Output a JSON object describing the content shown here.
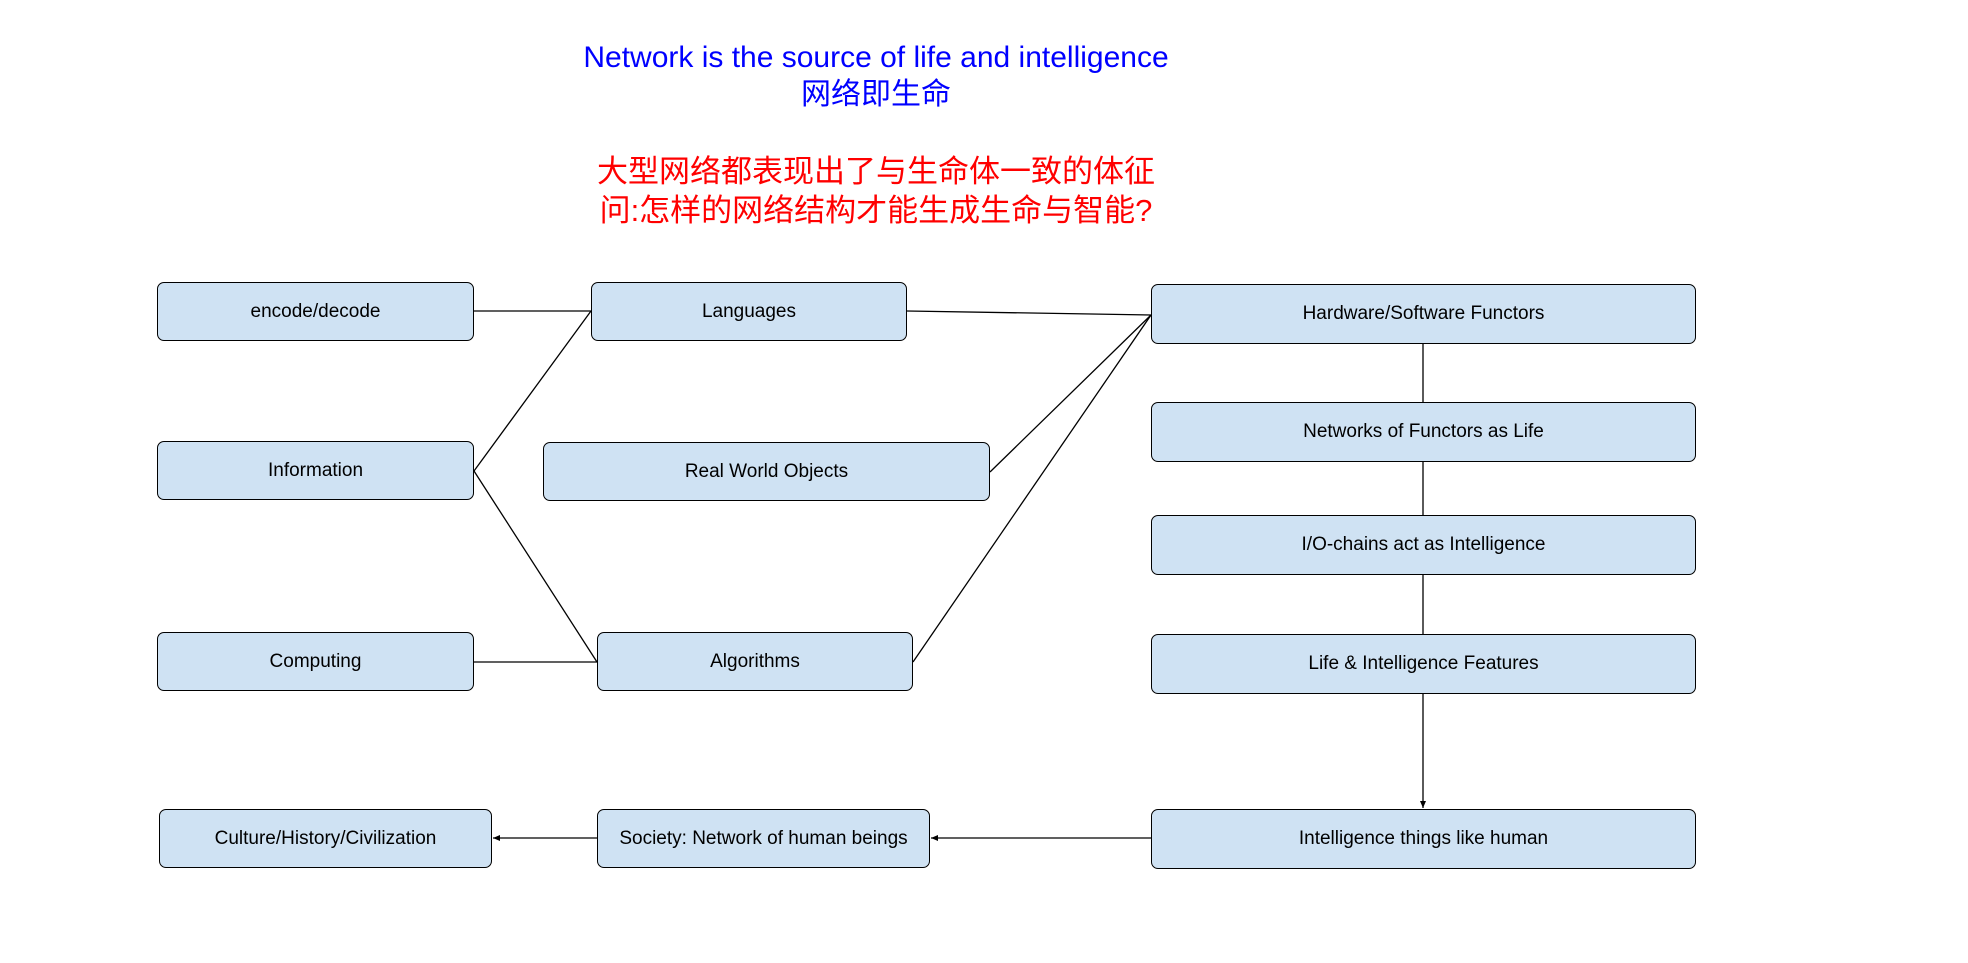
{
  "colors": {
    "title": "#0000ff",
    "question": "#ff0000",
    "node_fill": "#cfe2f3",
    "line": "#000000"
  },
  "header": {
    "title_en": "Network is the source of life and intelligence",
    "title_zh": "网络即生命",
    "question_line1": "大型网络都表现出了与生命体一致的体征",
    "question_line2": "问:怎样的网络结构才能生成生命与智能?"
  },
  "nodes": {
    "encode_decode": "encode/decode",
    "information": "Information",
    "computing": "Computing",
    "culture": "Culture/History/Civilization",
    "languages": "Languages",
    "real_world_objects": "Real World Objects",
    "algorithms": "Algorithms",
    "society": "Society: Network of human beings",
    "hw_sw_functors": "Hardware/Software Functors",
    "networks_of_functors": "Networks of Functors as Life",
    "io_chains": "I/O-chains act as Intelligence",
    "life_features": "Life & Intelligence Features",
    "intelligence_things": "Intelligence things like human"
  }
}
